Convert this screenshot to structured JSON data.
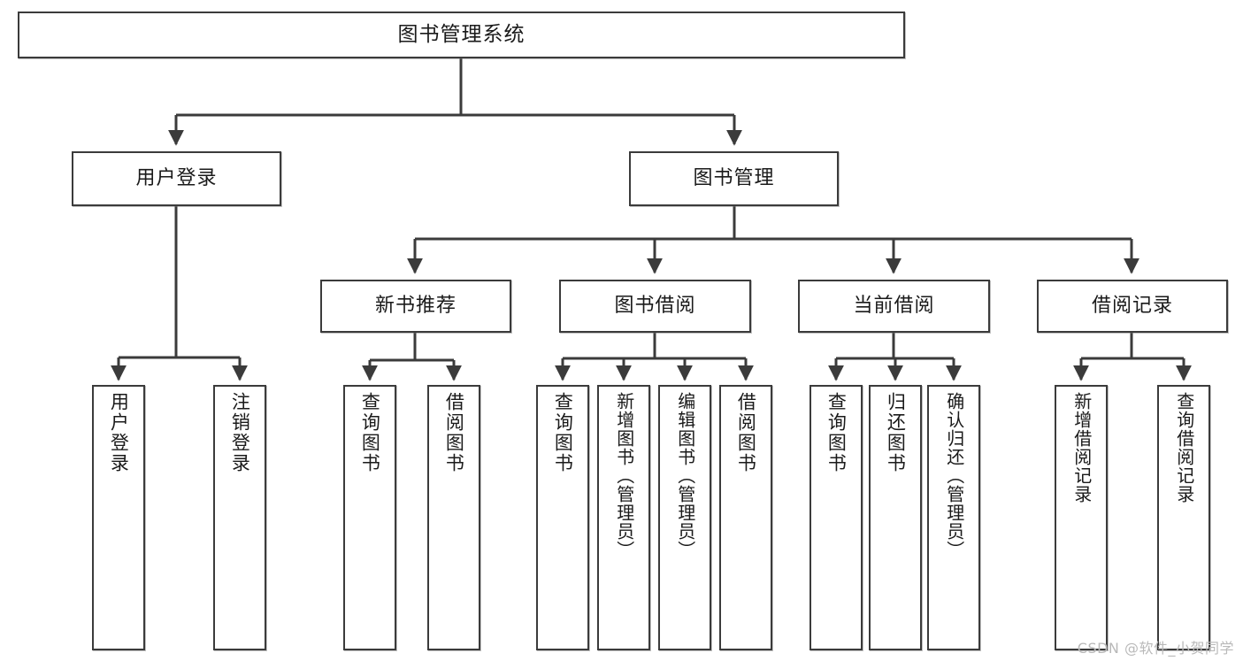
{
  "diagram": {
    "title": "图书管理系统",
    "type": "function-structure-tree",
    "watermark": "CSDN @软件_小贺同学",
    "colors": {
      "stroke": "#3b3b3b",
      "fill": "#ffffff",
      "text": "#1a1a1a",
      "watermark": "#b9b9b9"
    },
    "nodes": {
      "root": {
        "label": "图书管理系统"
      },
      "level2": [
        {
          "id": "user-login",
          "label": "用户登录"
        },
        {
          "id": "book-management",
          "label": "图书管理"
        }
      ],
      "level3": [
        {
          "id": "new-book-recommend",
          "label": "新书推荐"
        },
        {
          "id": "book-borrow",
          "label": "图书借阅"
        },
        {
          "id": "current-borrow",
          "label": "当前借阅"
        },
        {
          "id": "borrow-record",
          "label": "借阅记录"
        }
      ],
      "leaves": {
        "user-login": [
          {
            "id": "leaf-user-login",
            "label": "用户登录"
          },
          {
            "id": "leaf-logout",
            "label": "注销登录"
          }
        ],
        "new-book-recommend": [
          {
            "id": "leaf-query-book-1",
            "label": "查询图书"
          },
          {
            "id": "leaf-borrow-book-1",
            "label": "借阅图书"
          }
        ],
        "book-borrow": [
          {
            "id": "leaf-query-book-2",
            "label": "查询图书"
          },
          {
            "id": "leaf-add-book",
            "label": "新增图书（管理员）"
          },
          {
            "id": "leaf-edit-book",
            "label": "编辑图书（管理员）"
          },
          {
            "id": "leaf-borrow-book-2",
            "label": "借阅图书"
          }
        ],
        "current-borrow": [
          {
            "id": "leaf-query-book-3",
            "label": "查询图书"
          },
          {
            "id": "leaf-return-book",
            "label": "归还图书"
          },
          {
            "id": "leaf-confirm-return",
            "label": "确认归还（管理员）"
          }
        ],
        "borrow-record": [
          {
            "id": "leaf-add-record",
            "label": "新增借阅记录"
          },
          {
            "id": "leaf-query-record",
            "label": "查询借阅记录"
          }
        ]
      }
    }
  }
}
